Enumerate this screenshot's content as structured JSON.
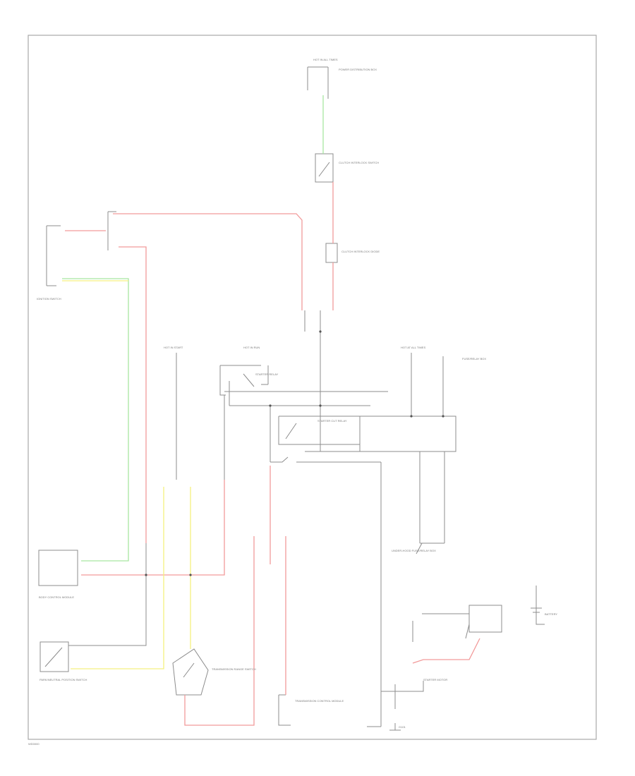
{
  "colors": {
    "frame": "#a8a8a8",
    "wire_black": "#8c8c8c",
    "wire_red": "#f29a9a",
    "wire_green": "#a8e6a0",
    "wire_yellow": "#f5f080",
    "component_stroke": "#777777",
    "text": "#7a7a7a"
  },
  "labels": {
    "hot_top": "HOT IN ALL TIMES",
    "fuse_box_top": "POWER DISTRIBUTION BOX",
    "clutch_interlock": "CLUTCH INTERLOCK SWITCH",
    "clutch_interlock_diode": "CLUTCH INTERLOCK DIODE",
    "ignition_switch": "IGNITION SWITCH",
    "hot_in_start": "HOT IN START",
    "hot_in_run": "HOT IN RUN",
    "hot_at_all": "HOT AT ALL TIMES",
    "starter_relay": "STARTER RELAY",
    "starter_cut_relay": "STARTER CUT RELAY",
    "fuse_center_text": "FUSE/RELAY BOX",
    "body_control": "BODY CONTROL MODULE",
    "transmission_range": "TRANSMISSION RANGE SWITCH",
    "park_neutral": "PARK/NEUTRAL POSITION SWITCH",
    "transmission_control": "TRANSMISSION CONTROL MODULE",
    "starter_motor": "STARTER MOTOR",
    "battery": "BATTERY",
    "under_hood": "UNDER-HOOD FUSE/RELAY BOX",
    "ground": "G101",
    "footer": "WD0000"
  }
}
